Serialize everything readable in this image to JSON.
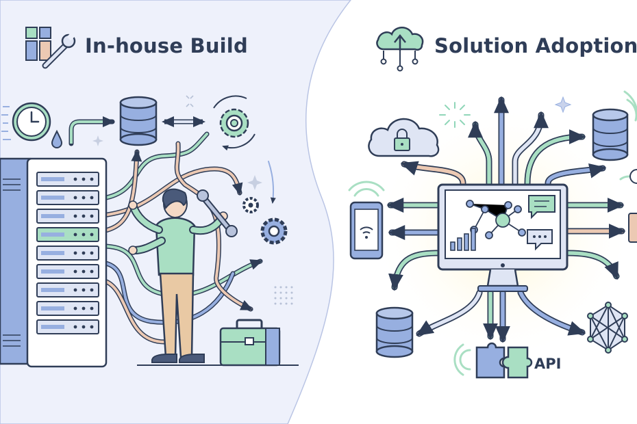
{
  "in_house": {
    "title": "In-house Build"
  },
  "adoption": {
    "title": "Solution Adoption",
    "api_label": "API"
  },
  "colors": {
    "left_background": "#eef1fb",
    "ink": "#2f3d57",
    "blue": "#97afe0",
    "green": "#a9dfc3",
    "peach": "#ecc9b3",
    "teal": "#6cc4a1"
  },
  "icons": {
    "left_header": [
      "blocks-icon",
      "wrench-icon"
    ],
    "right_header": [
      "cloud-upload-icon"
    ]
  }
}
